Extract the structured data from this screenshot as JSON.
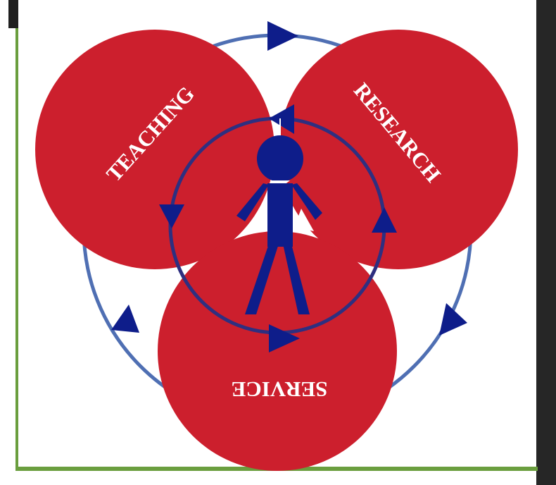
{
  "diagram": {
    "labels": {
      "teaching": "TEACHING",
      "research": "RESEARCH",
      "service": "SERVICE"
    },
    "colors": {
      "circle_fill": "#cc1f2d",
      "ring_outer": "#4f6fb3",
      "ring_inner": "#2e2f80",
      "arrow": "#0e1d8a",
      "figure": "#0e1d8a",
      "label_text": "#ffffff",
      "frame_left": "#6a9e3e",
      "frame_right": "#262626"
    },
    "icons": {
      "person": "person-figure-icon",
      "arrow": "triangle-arrow-icon"
    }
  }
}
